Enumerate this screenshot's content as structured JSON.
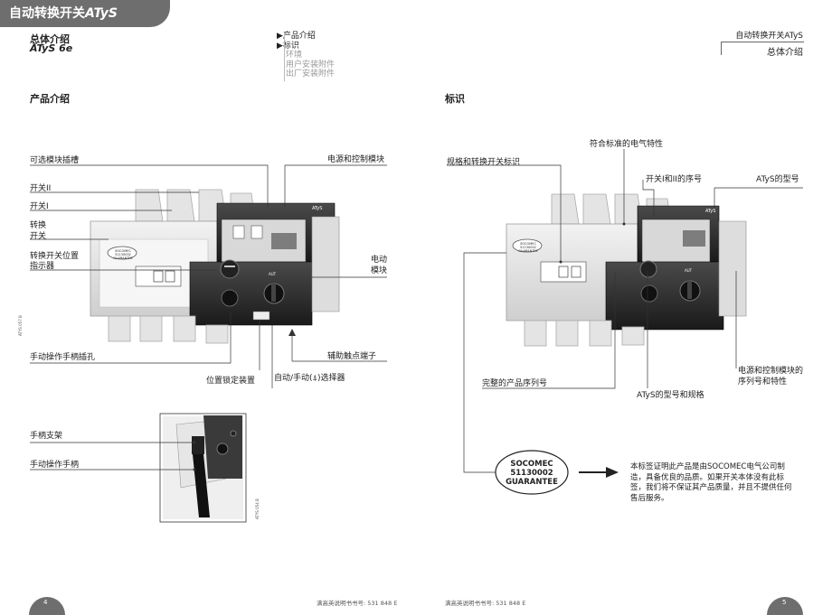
{
  "header": {
    "title_prefix": "自动转换开关",
    "title_brand": "ATyS",
    "subtitle": "总体介绍",
    "model": "ATyS 6e"
  },
  "nav": {
    "items": [
      {
        "label": "产品介绍",
        "marker": "▶",
        "active": true
      },
      {
        "label": "标识",
        "marker": "▶",
        "active": true
      },
      {
        "label": "环境",
        "active": false
      },
      {
        "label": "用户安装附件",
        "active": false
      },
      {
        "label": "出厂安装附件",
        "active": false
      }
    ]
  },
  "right_header": {
    "line1": "自动转换开关ATyS",
    "line2": "总体介绍"
  },
  "left": {
    "section_title": "产品介绍",
    "labels": {
      "optional_slot": "可选模块插槽",
      "switch_2": "开关II",
      "switch_1": "开关I",
      "transfer_switch_1": "转换",
      "transfer_switch_2": "开关",
      "position_indicator_1": "转换开关位置",
      "position_indicator_2": "指示器",
      "handle_hole": "手动操作手柄插孔",
      "power_control_module": "电源和控制模块",
      "motor_module_1": "电动",
      "motor_module_2": "模块",
      "aux_contacts": "辅助触点端子",
      "padlock": "位置锁定装置",
      "auto_manual_selector": "自动/手动(",
      "auto_manual_selector_icon": "⍋",
      "auto_manual_selector_tail": ")选择器",
      "handle_bracket": "手柄支架",
      "manual_handle": "手动操作手柄"
    },
    "photo_codes": [
      "ATYS 057 B",
      "ATYS 054 B"
    ],
    "device_text": {
      "atys": "ATyS",
      "badge": "SOCOMEC 51130002 GUARANTEE",
      "auto": "AUT"
    }
  },
  "right": {
    "section_title": "标识",
    "labels": {
      "standard_elec": "符合标准的电气特性",
      "rating_label": "规格和转换开关标识",
      "switch_serial": "开关I和II的序号",
      "atys_model": "ATyS的型号",
      "full_serial": "完整的产品序列号",
      "atys_model_spec": "ATyS的型号和规格",
      "module_serial_1": "电源和控制模块的",
      "module_serial_2": "序列号和特性"
    },
    "badge": {
      "line1": "SOCOMEC",
      "line2": "51130002",
      "line3": "GUARANTEE"
    },
    "note": "本标签证明此产品是由SOCOMEC电气公司制造，具备优良的品质。如果开关本体没有此标签，我们将不保证其产品质量，并且不提供任何售后服务。"
  },
  "footer": {
    "left_ref": "满高英说明书书号: 531 848 E",
    "right_ref": "满高英说明书书号: 531 848 E",
    "left_page": "4",
    "right_page": "5"
  }
}
